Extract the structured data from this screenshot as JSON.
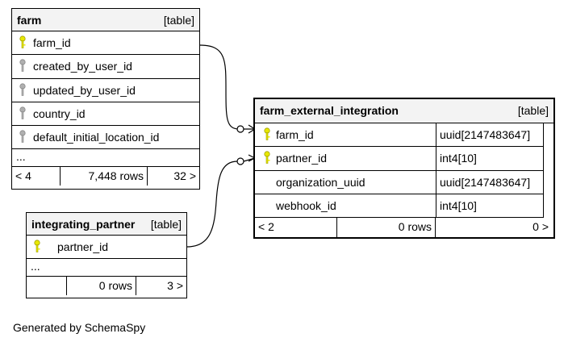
{
  "tables": {
    "farm": {
      "name": "farm",
      "kind": "[table]",
      "columns": [
        {
          "name": "farm_id",
          "key": "primary"
        },
        {
          "name": "created_by_user_id",
          "key": "index"
        },
        {
          "name": "updated_by_user_id",
          "key": "index"
        },
        {
          "name": "country_id",
          "key": "index"
        },
        {
          "name": "default_initial_location_id",
          "key": "index"
        }
      ],
      "ellipsis": "...",
      "footer": {
        "left": "< 4",
        "rows": "7,448 rows",
        "right": "32 >"
      }
    },
    "integrating_partner": {
      "name": "integrating_partner",
      "kind": "[table]",
      "columns": [
        {
          "name": "partner_id",
          "key": "primary"
        }
      ],
      "ellipsis": "...",
      "footer": {
        "left": "",
        "rows": "0 rows",
        "right": "3 >"
      }
    },
    "farm_external_integration": {
      "name": "farm_external_integration",
      "kind": "[table]",
      "columns": [
        {
          "name": "farm_id",
          "type": "uuid[2147483647]",
          "key": "primary"
        },
        {
          "name": "partner_id",
          "type": "int4[10]",
          "key": "primary"
        },
        {
          "name": "organization_uuid",
          "type": "uuid[2147483647]",
          "key": "none"
        },
        {
          "name": "webhook_id",
          "type": "int4[10]",
          "key": "none"
        }
      ],
      "footer": {
        "left": "< 2",
        "rows": "0 rows",
        "right": "0 >"
      }
    }
  },
  "credit": "Generated by SchemaSpy",
  "colors": {
    "primary_key": "#e8e800",
    "index_key": "#b0b0b0",
    "header_bg": "#f3f3f3"
  }
}
